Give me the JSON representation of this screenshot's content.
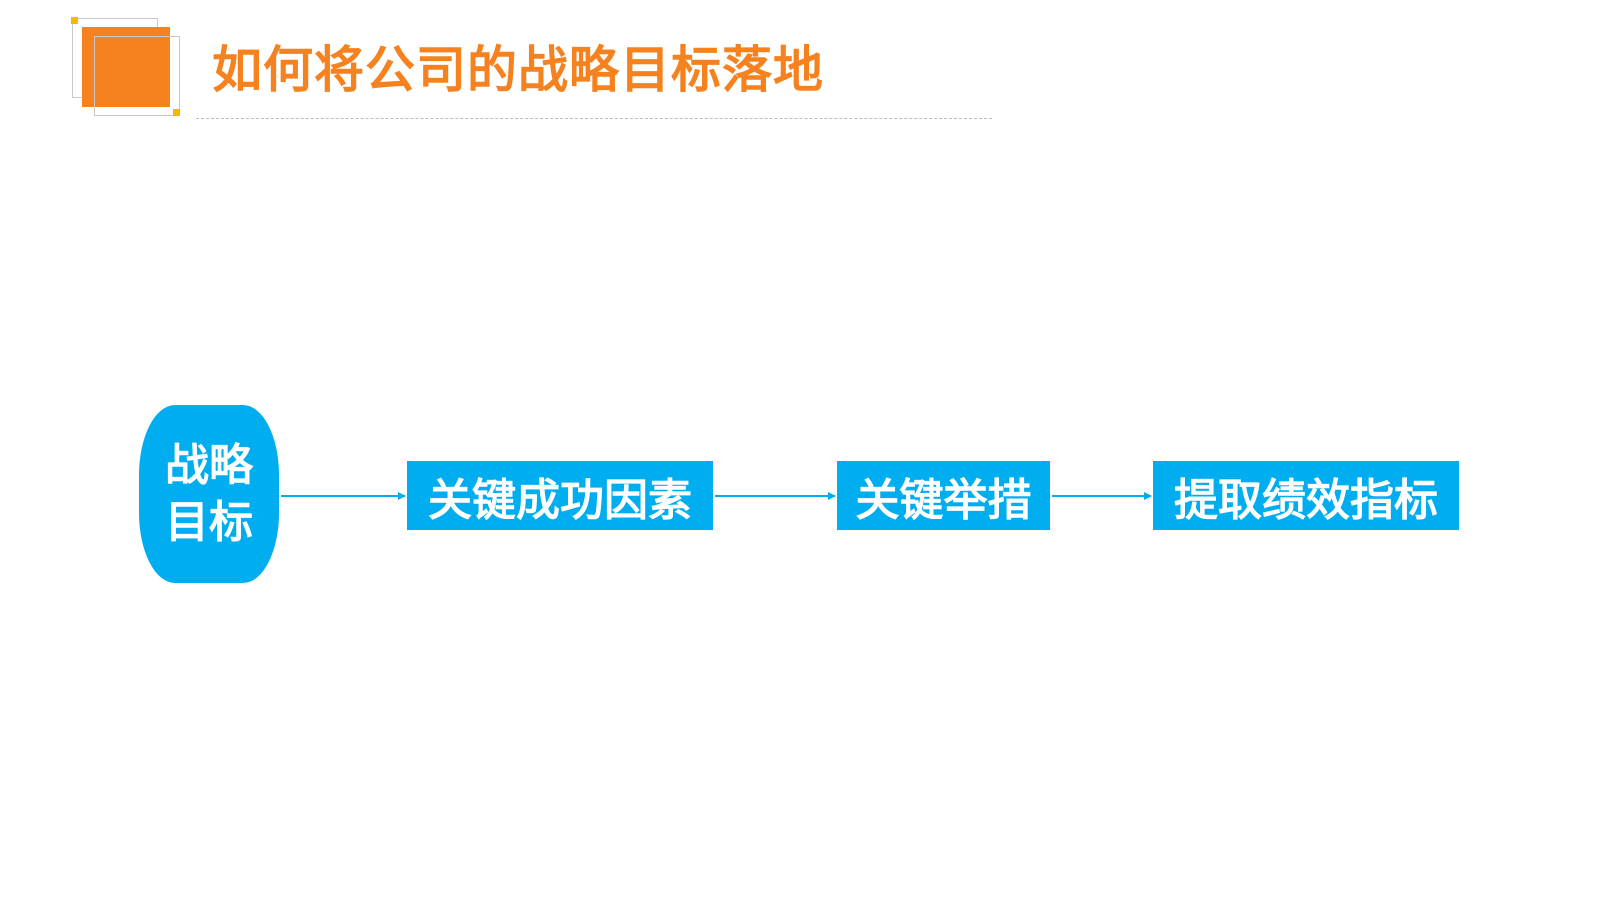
{
  "header": {
    "title": "如何将公司的战略目标落地"
  },
  "flow": {
    "goal": "战略目标",
    "steps": [
      {
        "label": "关键成功因素"
      },
      {
        "label": "关键举措"
      },
      {
        "label": "提取绩效指标"
      }
    ]
  },
  "colors": {
    "accent": "#f5821f",
    "accent_dot": "#f6b800",
    "node_fill": "#00aeef",
    "node_text": "#ffffff",
    "connector": "#00aeef"
  }
}
